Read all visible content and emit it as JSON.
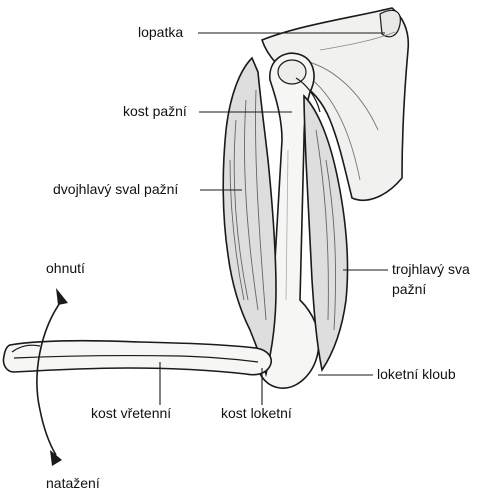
{
  "labels": {
    "lopatka": "lopatka",
    "kost_pazni": "kost pažní",
    "dvojhlavy": "dvojhlavý sval pažní",
    "ohnuti": "ohnutí",
    "trojhlavy_line1": "trojhlavý sva",
    "trojhlavy_line2": "pažní",
    "loketni_kloub": "loketní kloub",
    "kost_vretenni": "kost vřetenní",
    "kost_loketni": "kost loketní",
    "natazeni": "natažení"
  },
  "colors": {
    "ink": "#1a1a1a",
    "bone": "#f4f4f2",
    "muscle": "#dcdcdc"
  }
}
